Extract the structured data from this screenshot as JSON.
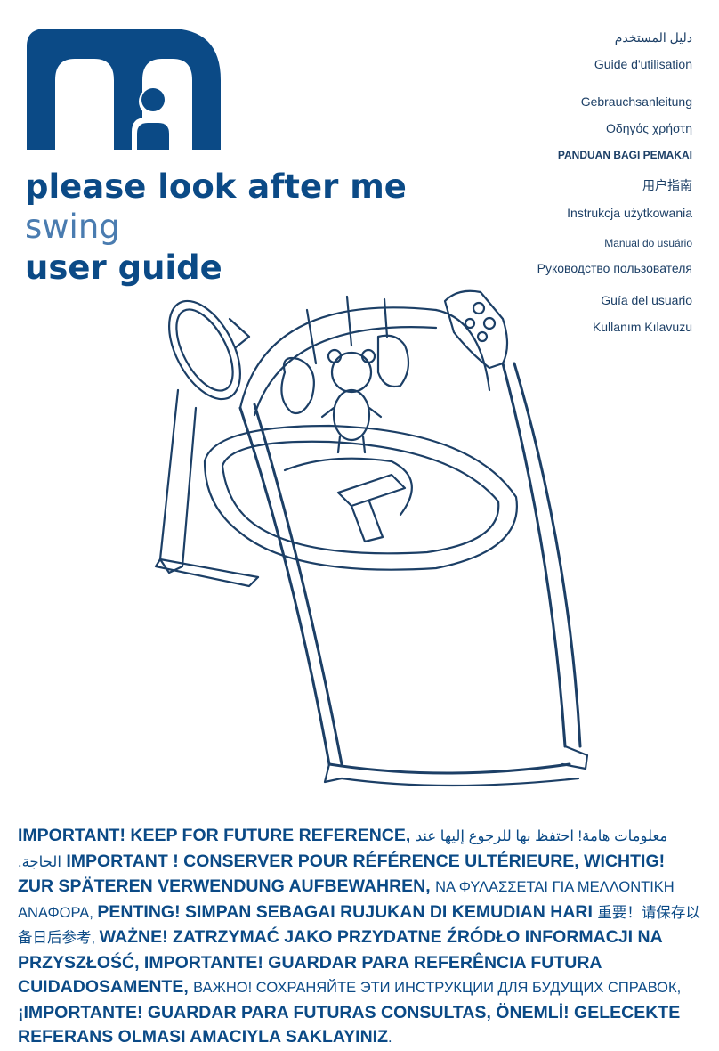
{
  "brand": {
    "primary": "#0b4a86",
    "secondary": "#4a7cb0"
  },
  "headline": {
    "line1": "please look after me",
    "line2": "swing",
    "line3": "user guide"
  },
  "languages": [
    "دليل المستخدم",
    "Guide d'utilisation",
    "Gebrauchsanleitung",
    "Οδηγός χρήστη",
    "PANDUAN BAGI PEMAKAI",
    "用户指南",
    "Instrukcja użytkowania",
    "Manual do usuário",
    "Руководство пользователя",
    "Guía del usuario",
    "Kullanım Kılavuzu"
  ],
  "illustration": {
    "subject": "baby swing with toy bar"
  },
  "notice": [
    "IMPORTANT! KEEP FOR FUTURE REFERENCE, ",
    "معلومات هامة! احتفظ بها للرجوع إليها عند الحاجة.",
    "IMPORTANT ! CONSERVER POUR RÉFÉRENCE ULTÉRIEURE, WICHTIG! ZUR SPÄTEREN VERWENDUNG AUFBEWAHREN, ",
    "ΝΑ ΦΥΛΑΣΣΕΤΑΙ ΓΙΑ ΜΕΛΛΟΝΤΙΚΗ ΑΝΑΦΟΡΑ, ",
    "PENTING! SIMPAN SEBAGAI RUJUKAN DI KEMUDIAN HARI ",
    "重要！请保存以备日后参考, ",
    "WAŻNE! ZATRZYMAĆ JAKO PRZYDATNE ŹRÓDŁO INFORMACJI NA PRZYSZŁOŚĆ, IMPORTANTE! GUARDAR PARA REFERÊNCIA FUTURA CUIDADOSAMENTE, ",
    "ВАЖНО! СОХРАНЯЙТЕ ЭТИ ИНСТРУКЦИИ ДЛЯ БУДУЩИХ СПРАВОК, ",
    "¡IMPORTANTE! GUARDAR PARA FUTURAS CONSULTAS, ÖNEMLİ! GELECEKTE REFERANS OLMASI AMACIYLA SAKLAYINIZ",
    "."
  ]
}
